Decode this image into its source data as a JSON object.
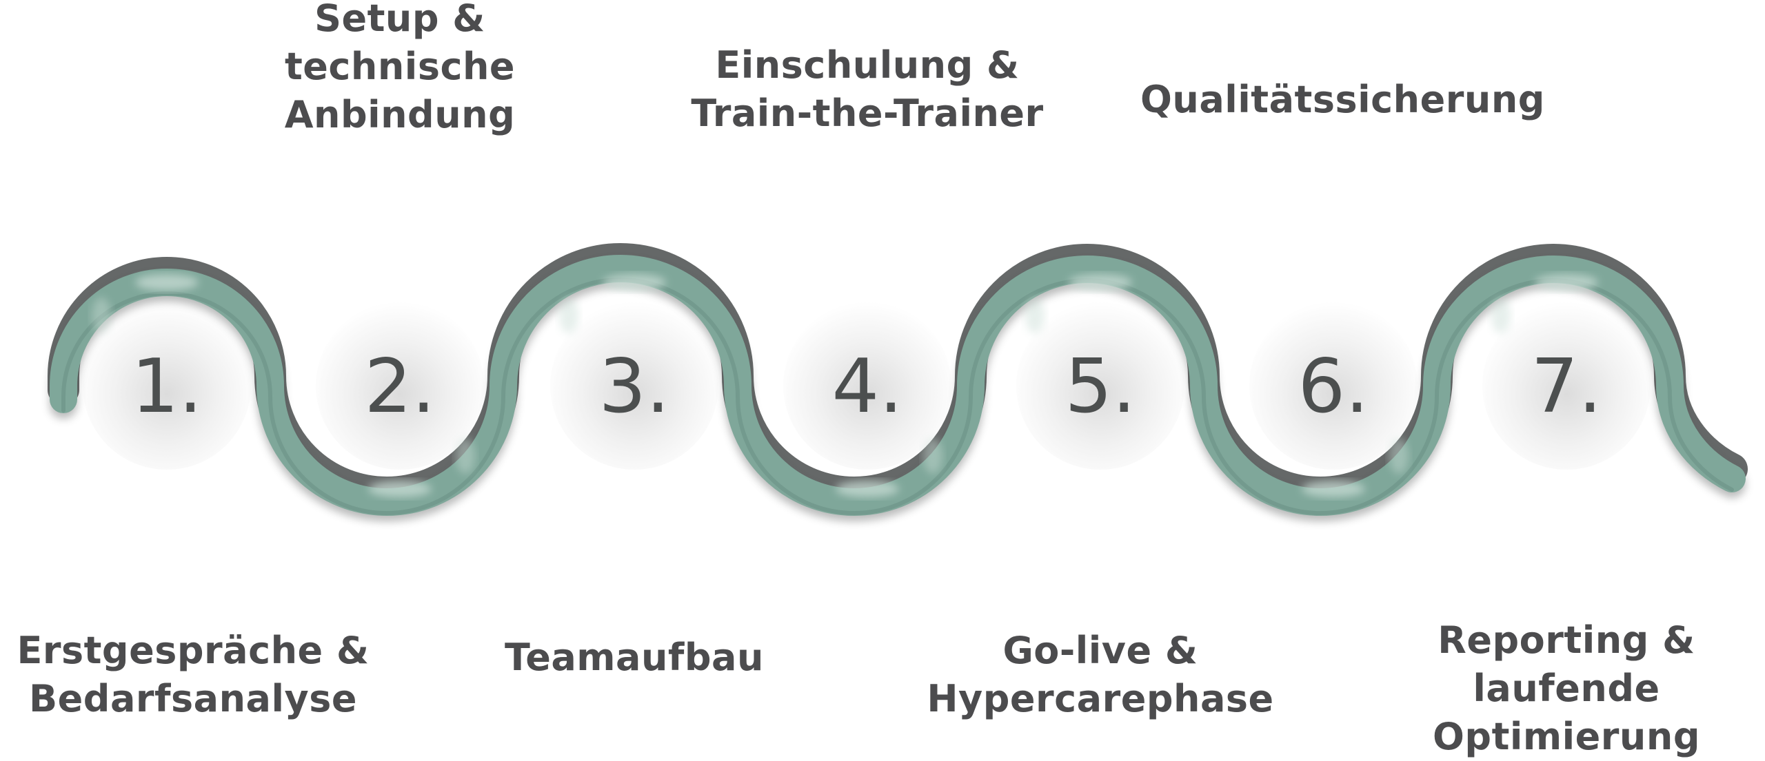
{
  "steps": [
    {
      "number": "1.",
      "label": "Erstgespräche &\nBedarfsanalyse",
      "position": "bottom"
    },
    {
      "number": "2.",
      "label": "Setup &\ntechnische\nAnbindung",
      "position": "top"
    },
    {
      "number": "3.",
      "label": "Teamaufbau",
      "position": "bottom"
    },
    {
      "number": "4.",
      "label": "Einschulung &\nTrain-the-Trainer",
      "position": "top"
    },
    {
      "number": "5.",
      "label": "Go-live &\nHypercarephase",
      "position": "bottom"
    },
    {
      "number": "6.",
      "label": "Qualitätssicherung",
      "position": "top"
    },
    {
      "number": "7.",
      "label": "Reporting &\nlaufende\nOptimierung",
      "position": "bottom"
    }
  ],
  "colors": {
    "wave": "#7fa79a",
    "wave_light": "#c9ddd5",
    "wave_dark": "#5e8577",
    "shadow": "#4a4d4d",
    "text": "#4c4c4e",
    "number": "#4c4f4f"
  }
}
